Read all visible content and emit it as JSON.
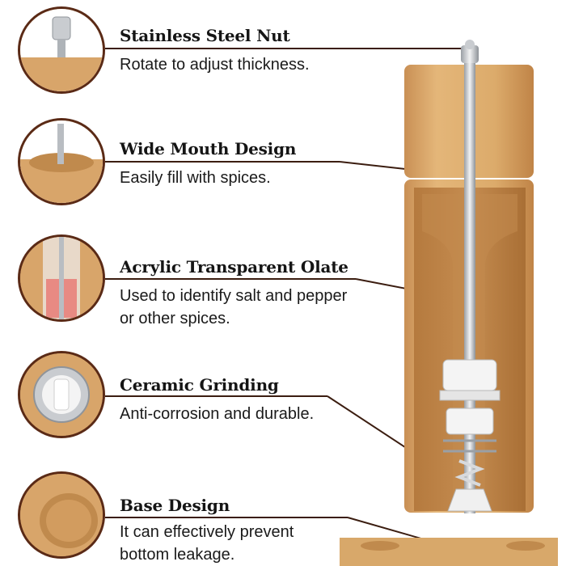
{
  "features": [
    {
      "title": "Stainless Steel Nut",
      "lines": [
        "Rotate to adjust thickness."
      ]
    },
    {
      "title": "Wide Mouth Design",
      "lines": [
        "Easily fill with spices."
      ]
    },
    {
      "title": "Acrylic Transparent Olate",
      "lines": [
        "Used to identify salt and pepper",
        "or other spices."
      ]
    },
    {
      "title": "Ceramic Grinding",
      "lines": [
        "Anti-corrosion and durable."
      ]
    },
    {
      "title": "Base Design",
      "lines": [
        "It can effectively prevent",
        "bottom leakage."
      ]
    }
  ],
  "colors": {
    "accent_border": "#5a2a16",
    "leader_line": "#3b1d10",
    "bamboo_light": "#e2b474",
    "bamboo_mid": "#cf9a58",
    "bamboo_dark": "#b57c3e",
    "steel": "#c9ccd0"
  },
  "icons": [
    "stainless-steel-nut-icon",
    "wide-mouth-icon",
    "acrylic-window-icon",
    "ceramic-grinder-icon",
    "base-tray-icon"
  ]
}
